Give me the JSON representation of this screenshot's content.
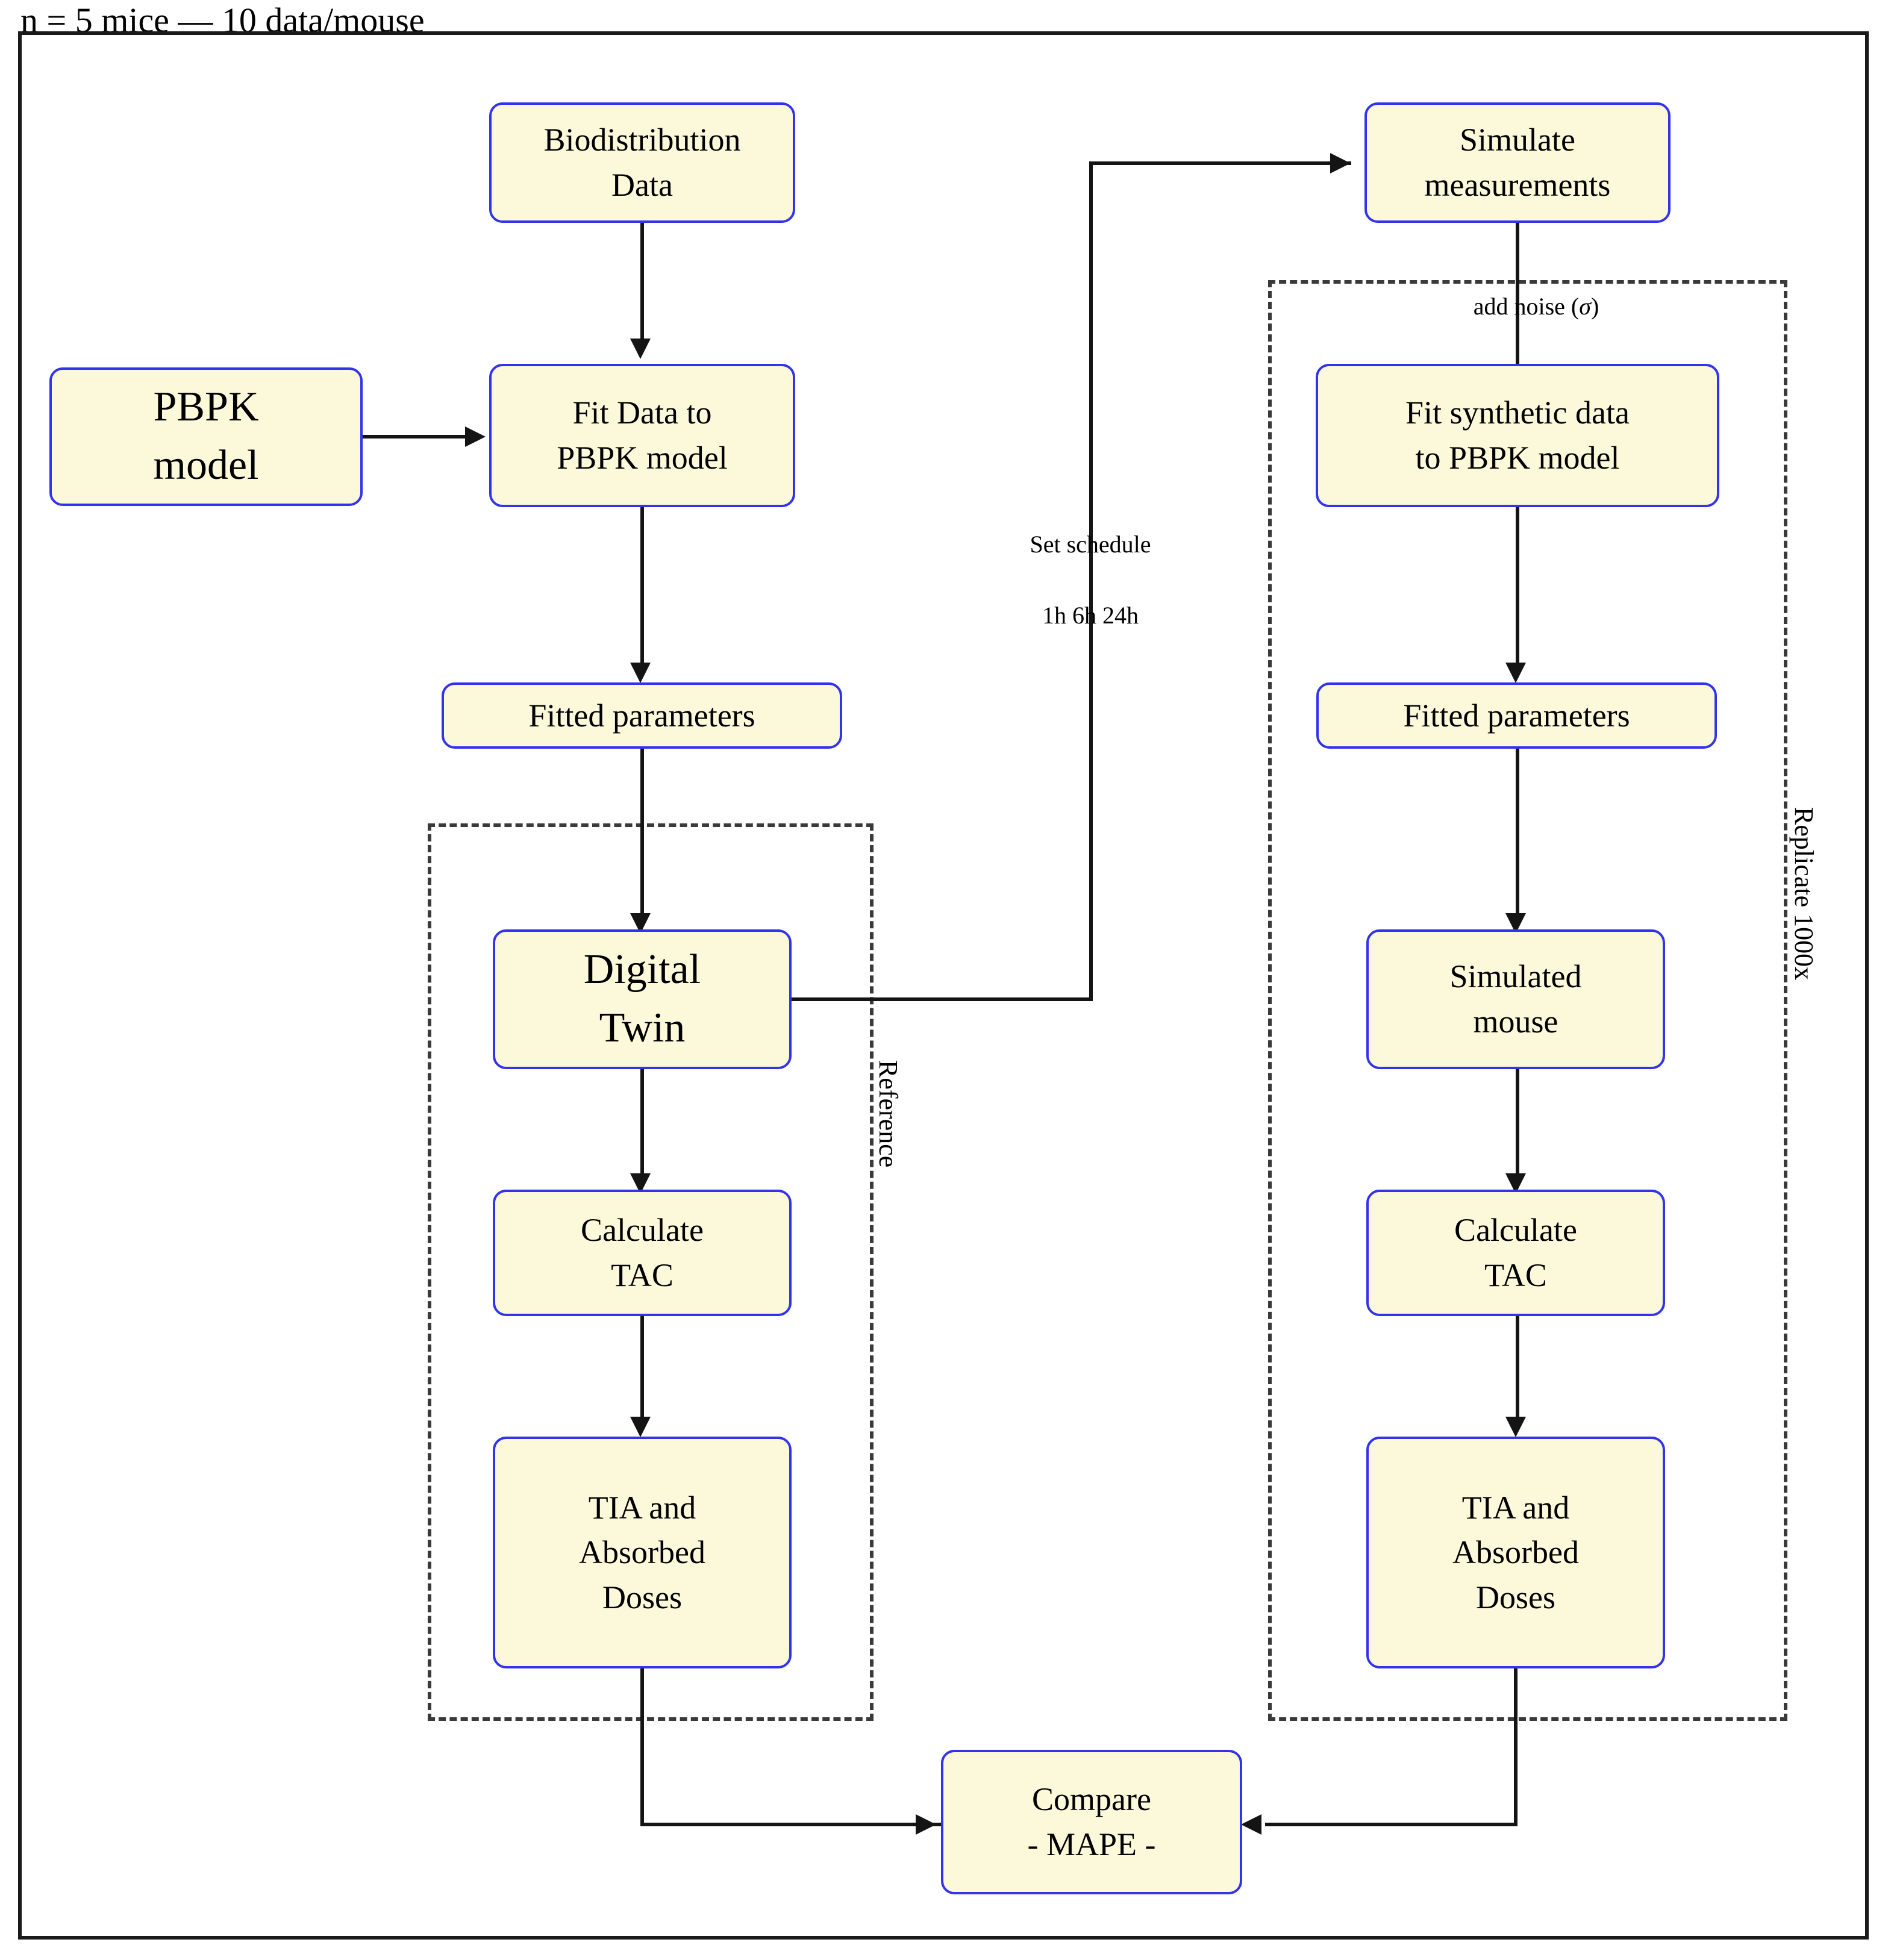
{
  "title": "n = 5 mice — 10 data/mouse",
  "colors": {
    "node_fill": "#FCF9DA",
    "node_border": "#3333EE",
    "edge": "#141414",
    "dashed_group": "#3A3A3A",
    "frame": "#1A1A1A",
    "background": "#FFFFFF"
  },
  "nodes": {
    "biodistribution_data": {
      "line1": "Biodistribution",
      "line2": "Data"
    },
    "pbpk_model": {
      "line1": "PBPK",
      "line2": "model"
    },
    "fit_data_to_pbpk": {
      "line1": "Fit Data to",
      "line2": "PBPK model"
    },
    "fitted_parameters_left": {
      "line1": "Fitted parameters"
    },
    "digital_twin": {
      "line1": "Digital",
      "line2": "Twin"
    },
    "calculate_tac_left": {
      "line1": "Calculate",
      "line2": "TAC"
    },
    "tia_doses_left": {
      "line1": "TIA and",
      "line2": "Absorbed",
      "line3": "Doses"
    },
    "simulate_measurements": {
      "line1": "Simulate",
      "line2": "measurements"
    },
    "fit_synthetic_data": {
      "line1": "Fit synthetic data",
      "line2": "to PBPK model"
    },
    "fitted_parameters_right": {
      "line1": "Fitted parameters"
    },
    "simulated_mouse": {
      "line1": "Simulated",
      "line2": "mouse"
    },
    "calculate_tac_right": {
      "line1": "Calculate",
      "line2": "TAC"
    },
    "tia_doses_right": {
      "line1": "TIA and",
      "line2": "Absorbed",
      "line3": "Doses"
    },
    "compare": {
      "line1": "Compare",
      "line2": "- MAPE -"
    }
  },
  "edge_labels": {
    "set_schedule": "Set schedule",
    "schedule_times": "1h 6h 24h",
    "add_noise_prefix": "add noise (",
    "add_noise_symbol": "σ",
    "add_noise_suffix": ")"
  },
  "group_labels": {
    "reference": "Reference",
    "replicate": "Replicate 1000x"
  }
}
